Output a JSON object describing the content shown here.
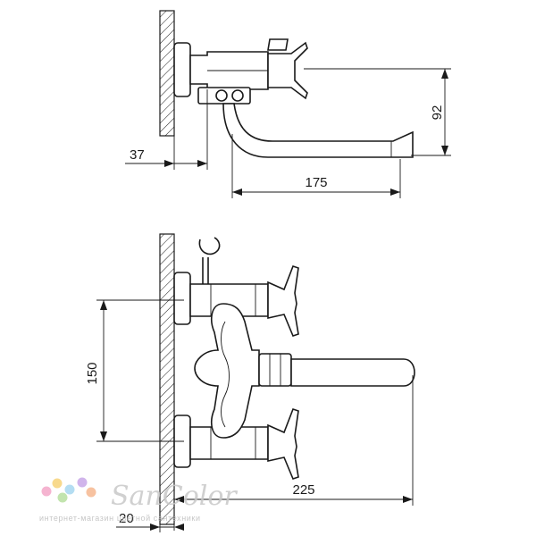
{
  "dimensions": {
    "wall_offset_top": "37",
    "spout_length": "175",
    "height": "92",
    "center_distance": "150",
    "wall_offset_front": "20",
    "overall_length": "225"
  },
  "watermark": {
    "brand": "SanColor",
    "tagline": "интернет-магазин цветной сантехники",
    "dot_colors": [
      "#f4a8c8",
      "#f7d37a",
      "#a8d8f0",
      "#c8a8e8",
      "#b8e0a0",
      "#f6b890"
    ]
  }
}
